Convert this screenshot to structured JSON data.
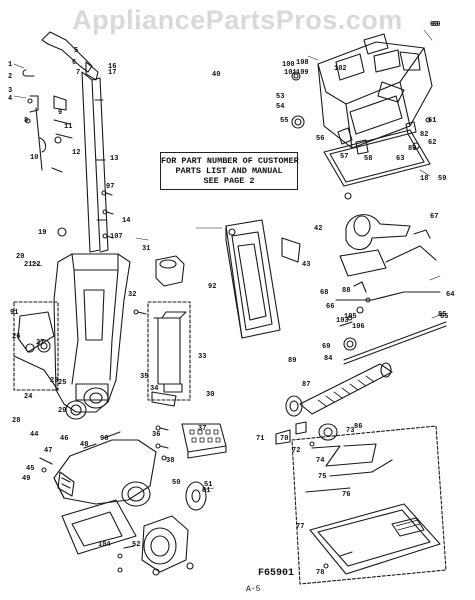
{
  "watermark": "AppliancePartsPros.com",
  "note": [
    "FOR PART NUMBER OF CUSTOMER",
    "PARTS LIST AND MANUAL",
    "SEE PAGE  2"
  ],
  "code": "F65901",
  "sheet": "A-5",
  "callouts": [
    {
      "t": "1"
    },
    {
      "t": "2"
    },
    {
      "t": "3"
    },
    {
      "t": "4"
    },
    {
      "t": "5"
    },
    {
      "t": "6"
    },
    {
      "t": "7"
    },
    {
      "t": "8"
    },
    {
      "t": "9"
    },
    {
      "t": "10"
    },
    {
      "t": "11"
    },
    {
      "t": "12"
    },
    {
      "t": "13"
    },
    {
      "t": "14"
    },
    {
      "t": "16"
    },
    {
      "t": "17"
    },
    {
      "t": "18"
    },
    {
      "t": "19"
    },
    {
      "t": "20"
    },
    {
      "t": "21"
    },
    {
      "t": "22"
    },
    {
      "t": "23"
    },
    {
      "t": "24"
    },
    {
      "t": "25"
    },
    {
      "t": "26"
    },
    {
      "t": "27"
    },
    {
      "t": "28"
    },
    {
      "t": "29"
    },
    {
      "t": "30"
    },
    {
      "t": "31"
    },
    {
      "t": "32"
    },
    {
      "t": "33"
    },
    {
      "t": "34"
    },
    {
      "t": "35"
    },
    {
      "t": "36"
    },
    {
      "t": "37"
    },
    {
      "t": "38"
    },
    {
      "t": "40"
    },
    {
      "t": "42"
    },
    {
      "t": "43"
    },
    {
      "t": "44"
    },
    {
      "t": "45"
    },
    {
      "t": "46"
    },
    {
      "t": "47"
    },
    {
      "t": "48"
    },
    {
      "t": "49"
    },
    {
      "t": "50"
    },
    {
      "t": "51"
    },
    {
      "t": "52"
    },
    {
      "t": "53"
    },
    {
      "t": "54"
    },
    {
      "t": "55"
    },
    {
      "t": "56"
    },
    {
      "t": "57"
    },
    {
      "t": "58"
    },
    {
      "t": "59"
    },
    {
      "t": "60"
    },
    {
      "t": "61"
    },
    {
      "t": "62"
    },
    {
      "t": "63"
    },
    {
      "t": "64"
    },
    {
      "t": "65"
    },
    {
      "t": "66"
    },
    {
      "t": "67"
    },
    {
      "t": "68"
    },
    {
      "t": "69"
    },
    {
      "t": "70"
    },
    {
      "t": "71"
    },
    {
      "t": "72"
    },
    {
      "t": "73"
    },
    {
      "t": "74"
    },
    {
      "t": "75"
    },
    {
      "t": "76"
    },
    {
      "t": "77"
    },
    {
      "t": "78"
    },
    {
      "t": "80"
    },
    {
      "t": "81"
    },
    {
      "t": "82"
    },
    {
      "t": "83"
    },
    {
      "t": "84"
    },
    {
      "t": "85"
    },
    {
      "t": "86"
    },
    {
      "t": "87"
    },
    {
      "t": "88"
    },
    {
      "t": "89"
    },
    {
      "t": "90"
    },
    {
      "t": "91"
    },
    {
      "t": "92"
    },
    {
      "t": "97"
    },
    {
      "t": "100"
    },
    {
      "t": "101"
    },
    {
      "t": "102"
    },
    {
      "t": "103"
    },
    {
      "t": "104"
    },
    {
      "t": "105"
    },
    {
      "t": "106"
    },
    {
      "t": "107"
    },
    {
      "t": "108"
    },
    {
      "t": "109"
    }
  ]
}
